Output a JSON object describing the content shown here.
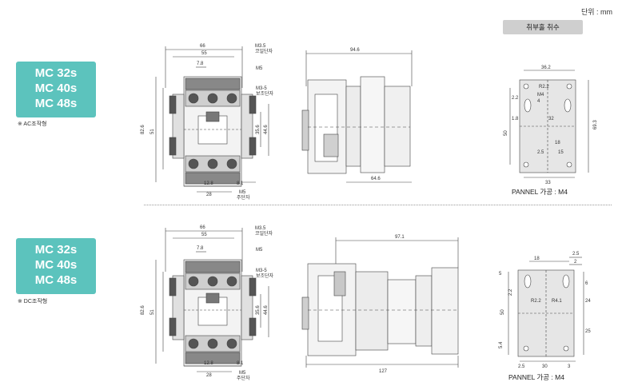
{
  "header": {
    "unit_label": "단위 : mm",
    "badge_label": "취부홀 취수"
  },
  "sections": [
    {
      "models": [
        "MC 32s",
        "MC 40s",
        "MC 48s"
      ],
      "type_note": "※ AC조작형",
      "front": {
        "w66": "66",
        "w55": "55",
        "w78": "7.8",
        "m35": "M3.5",
        "m35_sub": "코일단자",
        "m5": "M5",
        "m35b": "M3-5",
        "m35b_sub": "보조단자",
        "h826": "82.6",
        "h51": "51",
        "h356": "35.6",
        "h446": "44.6",
        "w128": "12.8",
        "w81": "8.1",
        "w28": "28",
        "m5b": "M5",
        "m5b_sub": "주단자"
      },
      "side": {
        "top": "94.6",
        "bottom": "64.6"
      },
      "mount": {
        "w362": "36.2",
        "r22": "R2.2",
        "m4": "M4",
        "h22": "2.2",
        "d4": "4",
        "h18": "1.8",
        "h32": "32",
        "h50": "50",
        "h693": "69.3",
        "h18b": "18",
        "w25": "2.5",
        "w15": "15",
        "w33": "33",
        "label": "PANNEL 가공 : M4"
      }
    },
    {
      "models": [
        "MC 32s",
        "MC 40s",
        "MC 48s"
      ],
      "type_note": "※ DC조작형",
      "front": {
        "w66": "66",
        "w55": "55",
        "w78": "7.8",
        "m35": "M3.5",
        "m35_sub": "코일단자",
        "m5": "M5",
        "m35b": "M3-5",
        "m35b_sub": "보조단자",
        "h826": "82.6",
        "h51": "51",
        "h356": "35.6",
        "h446": "44.6",
        "w128": "12.8",
        "w81": "8.1",
        "w28": "28",
        "m5b": "M5",
        "m5b_sub": "주단자"
      },
      "side": {
        "top": "97.1",
        "bottom": "127"
      },
      "mount": {
        "w25t": "2.5",
        "w18": "18",
        "w2": "2",
        "h5": "5",
        "h6": "6",
        "r22": "R2.2",
        "r41": "R4.1",
        "h22": "2.2",
        "h50": "50",
        "h24": "24",
        "h25": "25",
        "h54": "5.4",
        "w25": "2.5",
        "w30": "30",
        "w3": "3",
        "label": "PANNEL 가공 : M4"
      }
    }
  ]
}
